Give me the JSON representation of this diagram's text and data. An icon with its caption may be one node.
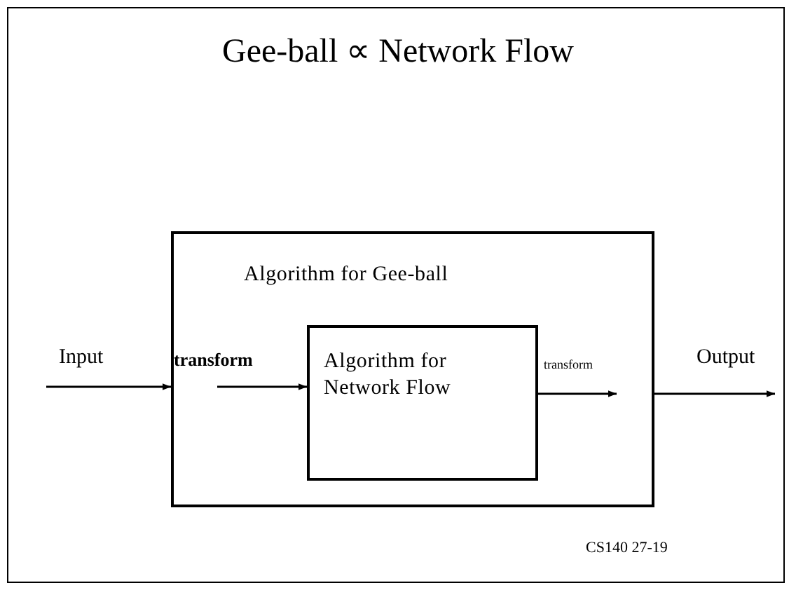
{
  "diagram": {
    "title": "Gee-ball ∝ Network Flow",
    "nodes": [
      {
        "text": [
          "Algorithm for Gee-ball"
        ]
      },
      {
        "text": [
          "Algorithm for Network  Flow"
        ],
        "in": 0
      }
    ],
    "edges": [
      {
        "from": null,
        "to": 0,
        "arrow": "to",
        "label": "Input"
      },
      {
        "from": null,
        "to": 1,
        "arrow": "to",
        "label": "transform"
      },
      {
        "from": 1,
        "to": null,
        "arrow": "to",
        "label": "transform"
      },
      {
        "from": 0,
        "to": null,
        "arrow": "to",
        "label": "Output"
      }
    ],
    "labels": [
      "CS140 27-19"
    ]
  }
}
